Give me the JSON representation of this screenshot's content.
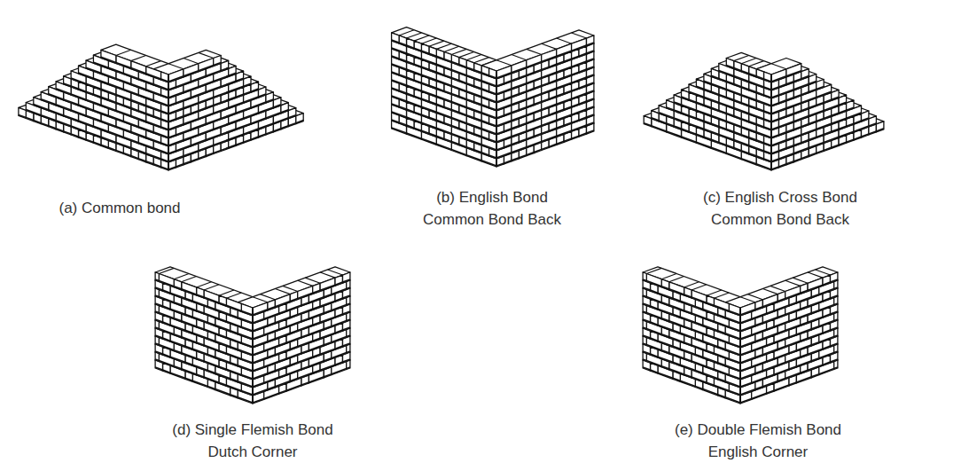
{
  "diagram": {
    "labels": [
      "(a) Common bond",
      "(b) English Bond",
      "Common Bond Back",
      "(c) English Cross Bond",
      "Common Bond Back",
      "(d) Single Flemish Bond",
      "Dutch Corner",
      "(e) Double Flemish Bond",
      "English Corner"
    ]
  }
}
